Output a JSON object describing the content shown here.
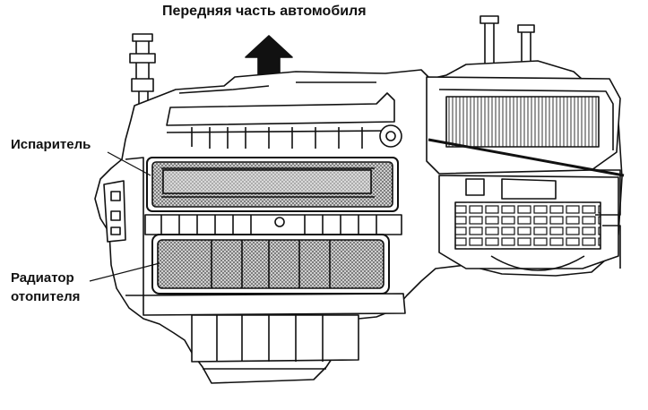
{
  "labels": {
    "front": "Передняя часть автомобиля",
    "evaporator": "Испаритель",
    "heater_line1": "Радиатор",
    "heater_line2": "отопителя"
  },
  "icons": {
    "arrow": "arrow-up-icon"
  },
  "colors": {
    "line": "#111111",
    "background": "#ffffff",
    "core_fill": "#9a9a9a"
  }
}
